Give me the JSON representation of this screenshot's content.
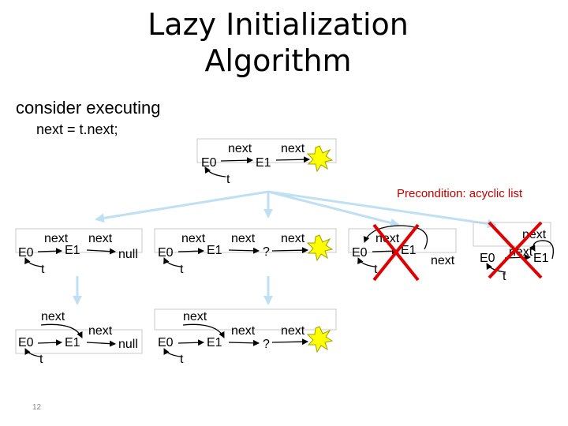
{
  "slide": {
    "title_line1": "Lazy Initialization",
    "title_line2": "Algorithm",
    "bullet": "consider executing",
    "code": "next = t.next;",
    "precondition": "Precondition: acyclic list",
    "slide_number": "12"
  },
  "labels": {
    "e0": "E0",
    "e1": "E1",
    "next": "next",
    "t": "t",
    "null": "null",
    "unknown": "?"
  },
  "colors": {
    "arrow": "#000000",
    "branch": "#bfe0f3",
    "cross": "#e00000",
    "star_fill": "#ffff00",
    "star_stroke": "#a0a000",
    "box_border": "#c8c8c8",
    "precondition_text": "#c00000"
  }
}
